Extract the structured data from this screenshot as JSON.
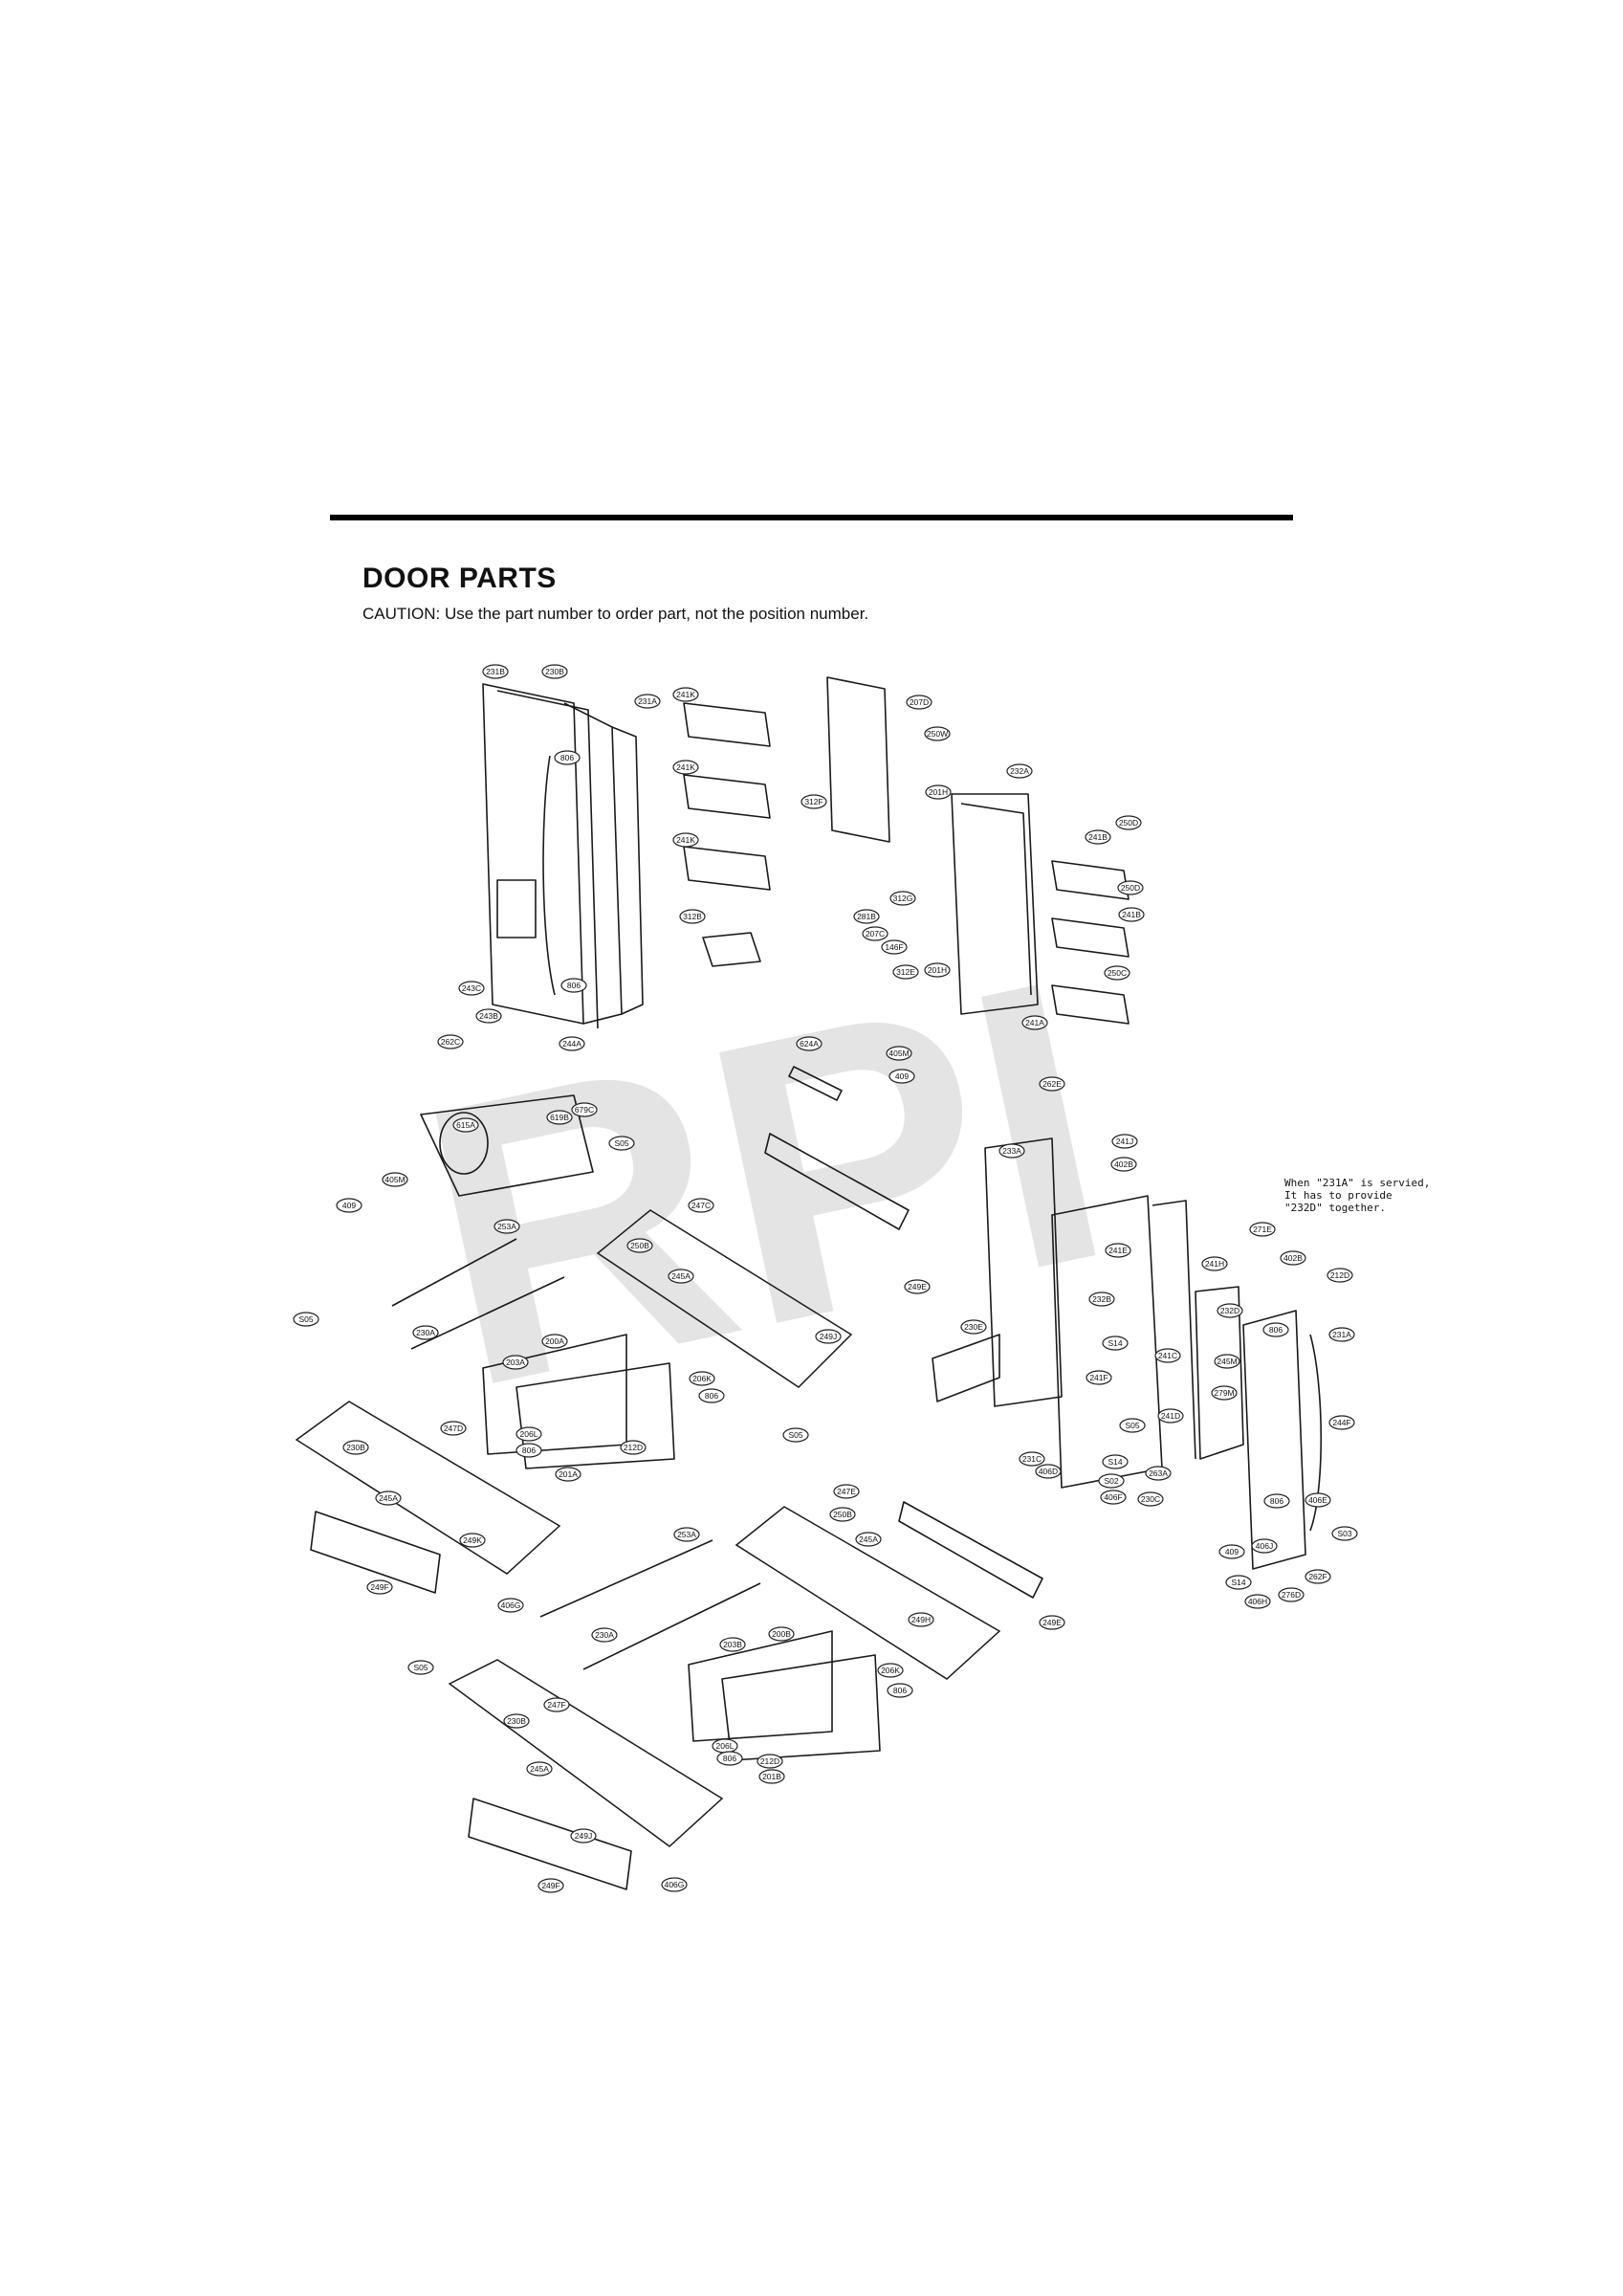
{
  "header": {
    "title": "DOOR PARTS",
    "caution": "CAUTION: Use the part number to order part, not the position number."
  },
  "watermark": "RPI",
  "note": {
    "line1": "When \"231A\" is servied,",
    "line2": "It has to provide",
    "line3": "\"232D\" together."
  },
  "callouts": [
    "231B",
    "230B",
    "231A",
    "241K",
    "241K",
    "241K",
    "312B",
    "806",
    "806",
    "243C",
    "243B",
    "262C",
    "244A",
    "207D",
    "250W",
    "312F",
    "201H",
    "312G",
    "281B",
    "207C",
    "146F",
    "312E",
    "201H",
    "232A",
    "241B",
    "250D",
    "250D",
    "241B",
    "250C",
    "241A",
    "624A",
    "405M",
    "409",
    "262E",
    "679C",
    "619B",
    "615A",
    "S05",
    "405M",
    "409",
    "233A",
    "241J",
    "402B",
    "241E",
    "230E",
    "241H",
    "232B",
    "S14",
    "241F",
    "241C",
    "241D",
    "S05",
    "231C",
    "406D",
    "S14",
    "S02",
    "263A",
    "406F",
    "230C",
    "232D",
    "245M",
    "279M",
    "271E",
    "402B",
    "212D",
    "231A",
    "806",
    "244F",
    "806",
    "406E",
    "S03",
    "406J",
    "409",
    "S14",
    "406H",
    "276D",
    "262F",
    "253A",
    "247C",
    "250B",
    "245A",
    "249E",
    "249J",
    "S05",
    "230A",
    "203A",
    "200A",
    "206K",
    "806",
    "206L",
    "212D",
    "806",
    "201A",
    "247D",
    "230B",
    "245A",
    "249K",
    "249F",
    "406G",
    "S05",
    "247E",
    "250B",
    "245A",
    "249H",
    "249E",
    "253A",
    "230A",
    "203B",
    "200B",
    "206K",
    "806",
    "206L",
    "212D",
    "806",
    "201B",
    "S05",
    "247F",
    "230B",
    "245A",
    "249J",
    "249F",
    "406G"
  ]
}
